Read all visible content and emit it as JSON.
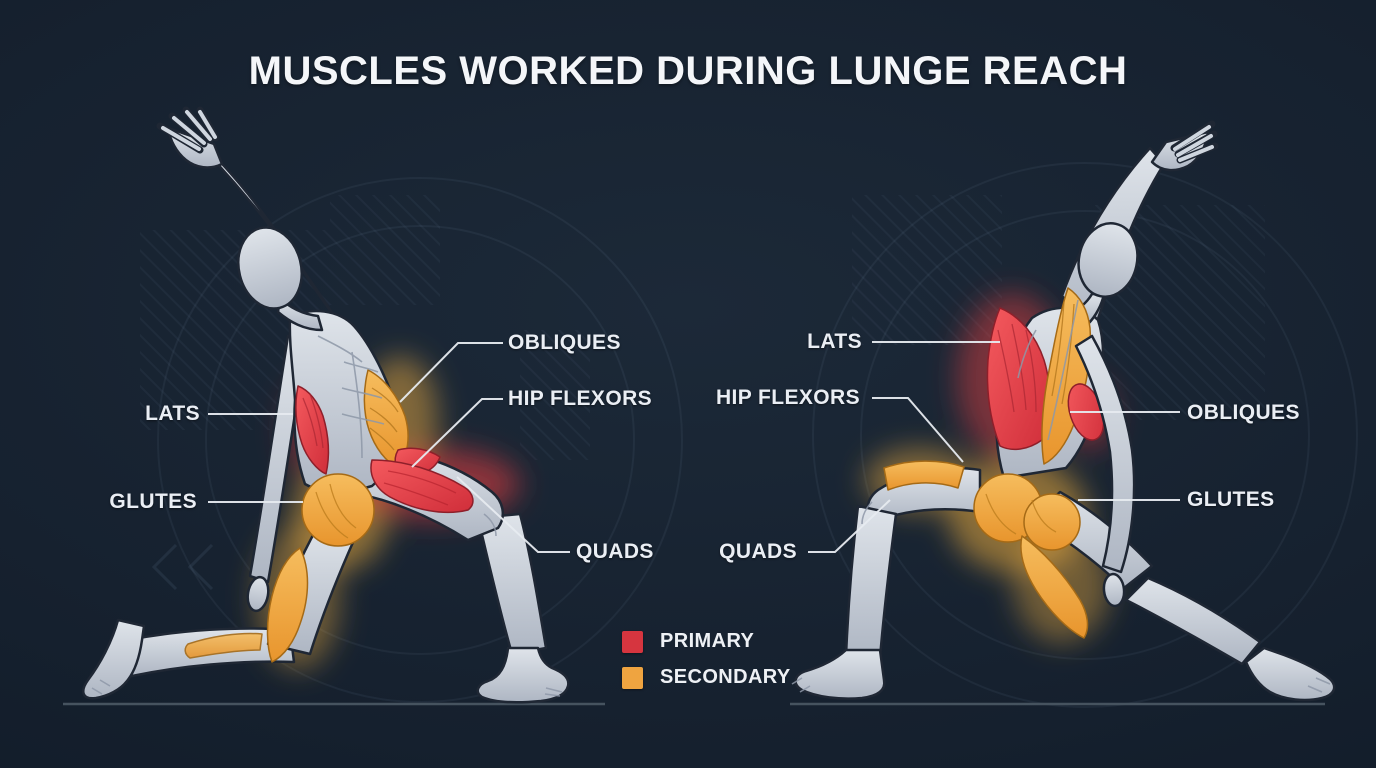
{
  "title": "MUSCLES WORKED DURING LUNGE REACH",
  "figures": {
    "left": {
      "callouts": [
        {
          "label": "OBLIQUES"
        },
        {
          "label": "HIP FLEXORS"
        },
        {
          "label": "LATS"
        },
        {
          "label": "GLUTES"
        },
        {
          "label": "QUADS"
        }
      ]
    },
    "right": {
      "callouts": [
        {
          "label": "LATS"
        },
        {
          "label": "HIP FLEXORS"
        },
        {
          "label": "OBLIQUES"
        },
        {
          "label": "GLUTES"
        },
        {
          "label": "QUADS"
        }
      ]
    }
  },
  "legend": {
    "items": [
      {
        "label": "PRIMARY",
        "color": "#d6353f"
      },
      {
        "label": "SECONDARY",
        "color": "#efa440"
      }
    ]
  },
  "colors": {
    "background": "#16212f",
    "primary_highlight": "#e8474f",
    "secondary_highlight": "#f0a843",
    "label_text": "#eaeef4",
    "callout_line": "#e7ebf0",
    "ground_line": "#46535f"
  }
}
